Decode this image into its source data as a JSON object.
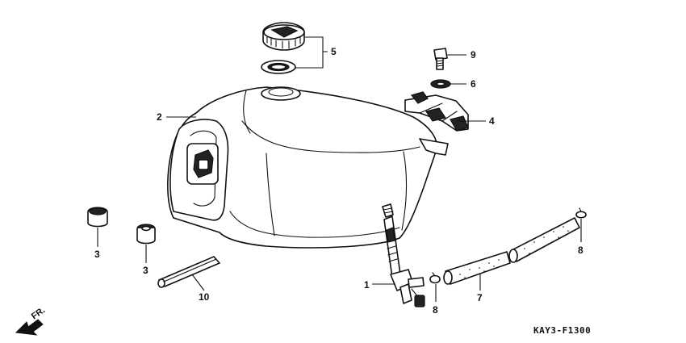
{
  "diagram": {
    "part_labels": {
      "p1": "1",
      "p2": "2",
      "p3a": "3",
      "p3b": "3",
      "p4": "4",
      "p5": "5",
      "p6": "6",
      "p7": "7",
      "p8a": "8",
      "p8b": "8",
      "p9": "9",
      "p10": "10"
    },
    "front_indicator": "FR.",
    "figure_code": "KAY3-F1300"
  }
}
